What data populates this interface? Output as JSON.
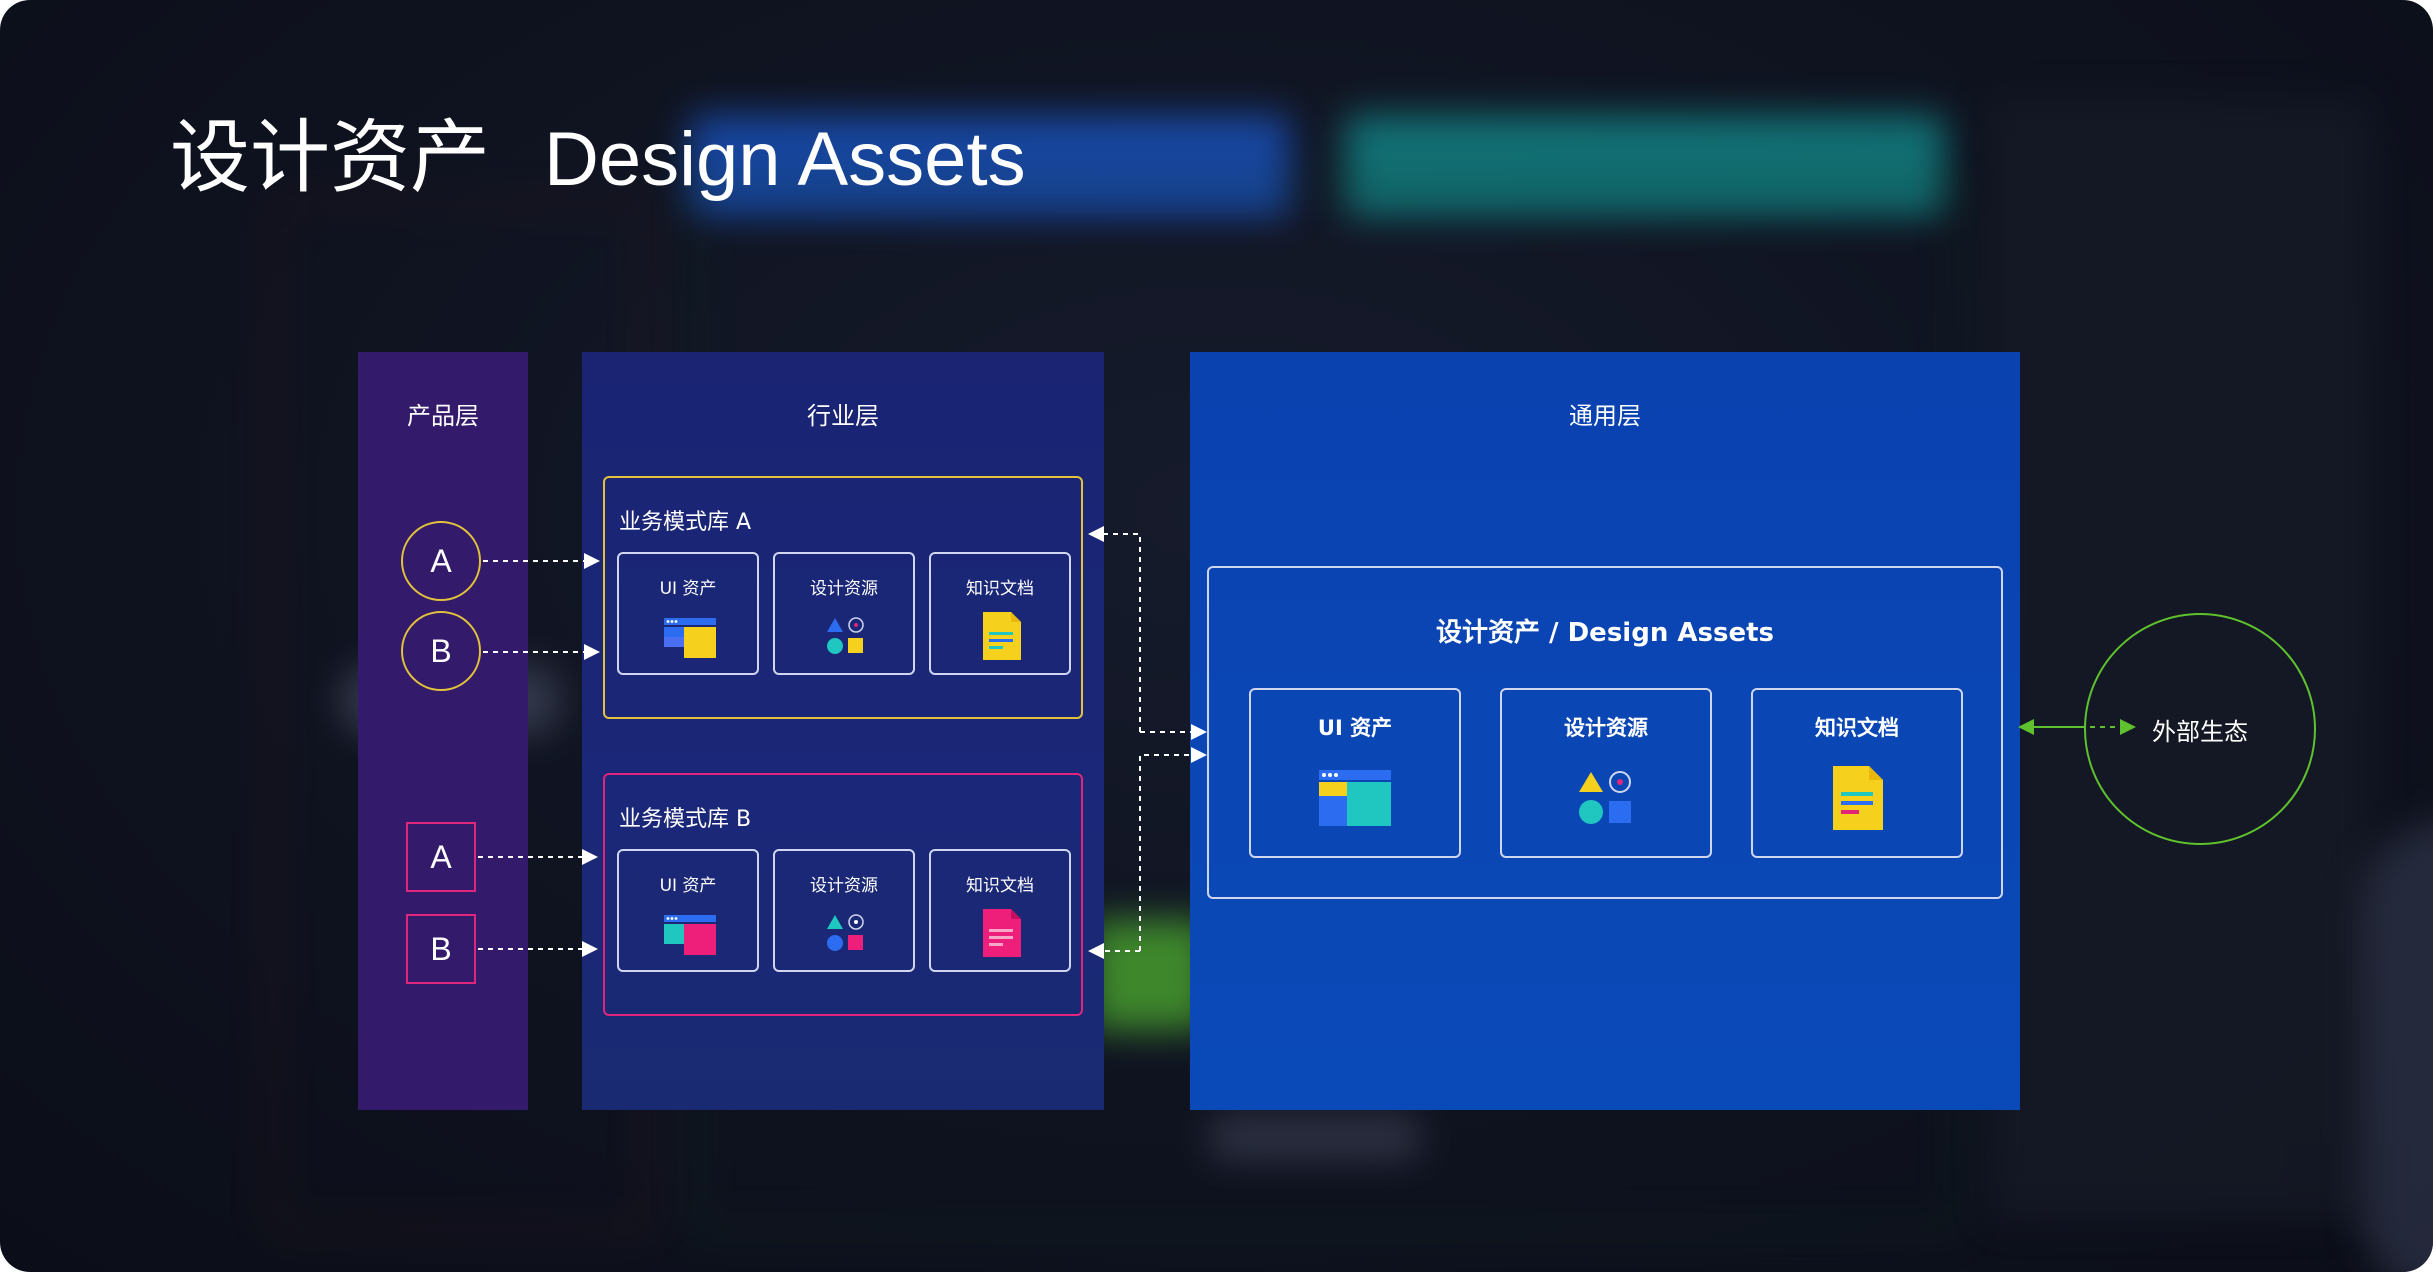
{
  "title": {
    "zh": "设计资产",
    "en": "Design Assets"
  },
  "layers": {
    "product": "产品层",
    "industry": "行业层",
    "general": "通用层"
  },
  "product_nodes": {
    "group_a": [
      "A",
      "B"
    ],
    "group_b": [
      "A",
      "B"
    ]
  },
  "libraries": [
    {
      "title": "业务模式库 A",
      "cards": [
        "UI 资产",
        "设计资源",
        "知识文档"
      ]
    },
    {
      "title": "业务模式库 B",
      "cards": [
        "UI 资产",
        "设计资源",
        "知识文档"
      ]
    }
  ],
  "design_assets": {
    "title": "设计资产 / Design Assets",
    "cards": [
      "UI 资产",
      "设计资源",
      "知识文档"
    ]
  },
  "external": "外部生态",
  "colors": {
    "product_bg": "#341a6b",
    "industry_bg": "#1a2473",
    "general_bg": "#0a4ab8",
    "yellow": "#e2c33b",
    "pink": "#e0257a",
    "green": "#5ec12d"
  }
}
